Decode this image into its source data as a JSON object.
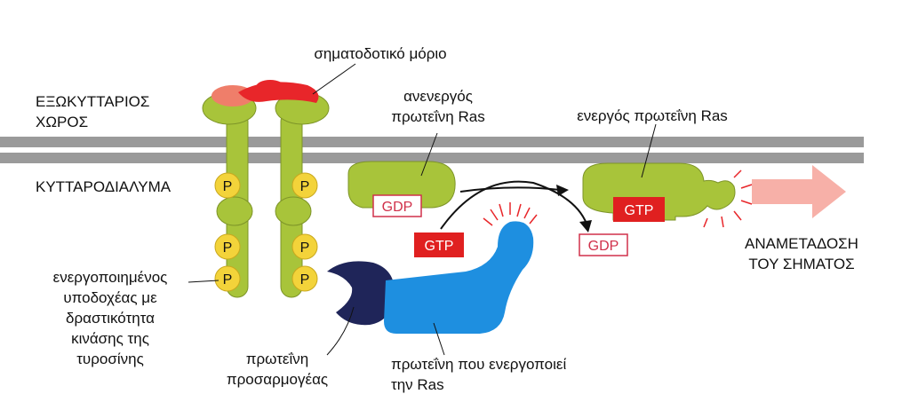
{
  "labels": {
    "signal_molecule": "σηματοδοτικό μόριο",
    "extracellular_line1": "ΕΞΩΚΥΤΤΑΡΙΟΣ",
    "extracellular_line2": "ΧΩΡΟΣ",
    "cytosol": "ΚΥΤΤΑΡΟΔΙΑΛΥΜΑ",
    "inactive_ras_line1": "ανενεργός",
    "inactive_ras_line2": "πρωτεΐνη Ras",
    "active_ras": "ενεργός πρωτεΐνη Ras",
    "receptor_line1": "ενεργοποιημένος",
    "receptor_line2": "υποδοχέας με",
    "receptor_line3": "δραστικότητα",
    "receptor_line4": "κινάσης της",
    "receptor_line5": "τυροσίνης",
    "adaptor_line1": "πρωτεΐνη",
    "adaptor_line2": "προσαρμογέας",
    "activator_line1": "πρωτεΐνη που ενεργοποιεί",
    "activator_line2": "την Ras",
    "relay_line1": "ΑΝΑΜΕΤΑΔΟΣΗ",
    "relay_line2": "ΤΟΥ ΣΗΜΑΤΟΣ"
  },
  "boxes": {
    "gdp_inactive": "GDP",
    "gtp_incoming": "GTP",
    "gdp_released": "GDP",
    "gtp_active": "GTP"
  },
  "phospho": "P",
  "colors": {
    "receptor": "#a8c43a",
    "phosphate": "#f3d33a",
    "signal": "#e8262a",
    "adaptor": "#1f2559",
    "activator": "#1e8fe0",
    "gtp_box": "#e02020",
    "gdp_border": "#d0304a",
    "membrane": "#9a9a9a",
    "relay_arrow": "#f7b0a8"
  }
}
